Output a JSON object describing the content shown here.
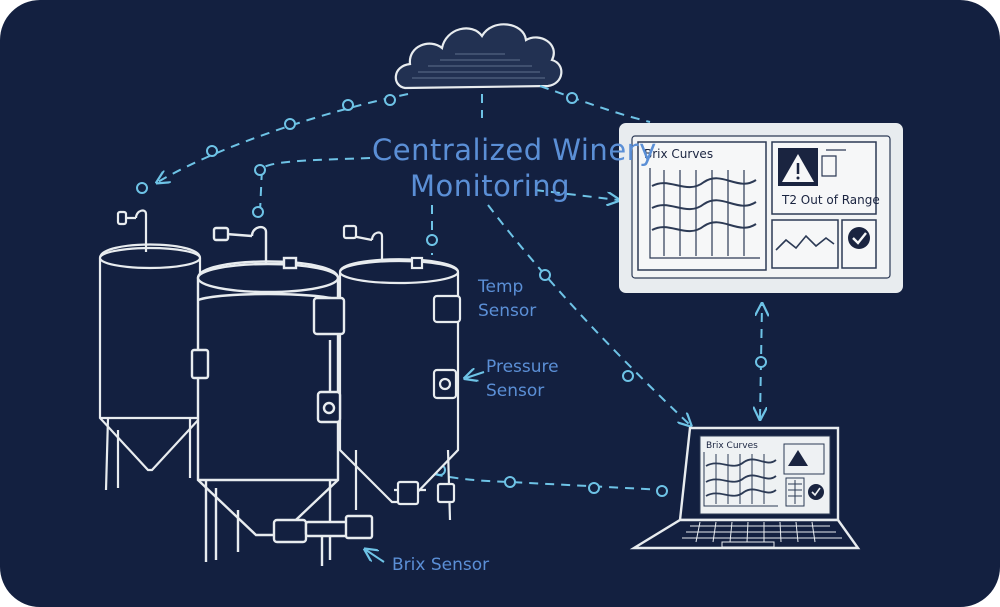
{
  "title": {
    "line1": "Centralized Winery",
    "line2": "Monitoring"
  },
  "labels": {
    "temp_sensor_line1": "Temp",
    "temp_sensor_line2": "Sensor",
    "pressure_sensor_line1": "Pressure",
    "pressure_sensor_line2": "Sensor",
    "brix_sensor": "Brix Sensor"
  },
  "monitor": {
    "chart_title": "Brix Curves",
    "alert_text": "T2 Out of Range"
  },
  "laptop": {
    "chart_title": "Brix Curves"
  },
  "colors": {
    "background": "#132040",
    "chalk": "#e8ecef",
    "link": "#6ec3e6",
    "label": "#5b8fd6"
  },
  "icons": [
    "cloud-icon",
    "warning-icon",
    "check-icon",
    "tank-icon",
    "laptop-icon",
    "monitor-icon"
  ]
}
